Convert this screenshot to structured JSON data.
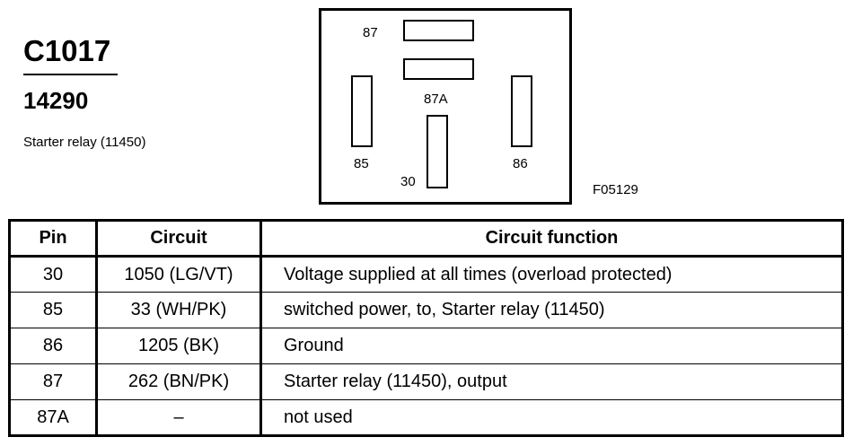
{
  "connector": {
    "id": "C1017",
    "part_number": "14290",
    "component": "Starter relay (11450)"
  },
  "figure_code": "F05129",
  "diagram": {
    "pins": [
      {
        "label": "87"
      },
      {
        "label": "87A"
      },
      {
        "label": "85"
      },
      {
        "label": "86"
      },
      {
        "label": "30"
      }
    ]
  },
  "table": {
    "headers": [
      "Pin",
      "Circuit",
      "Circuit function"
    ],
    "rows": [
      {
        "pin": "30",
        "circuit": "1050 (LG/VT)",
        "function": "Voltage supplied at all times (overload protected)"
      },
      {
        "pin": "85",
        "circuit": "33 (WH/PK)",
        "function": "switched power, to, Starter relay (11450)"
      },
      {
        "pin": "86",
        "circuit": "1205 (BK)",
        "function": "Ground"
      },
      {
        "pin": "87",
        "circuit": "262 (BN/PK)",
        "function": "Starter relay (11450), output"
      },
      {
        "pin": "87A",
        "circuit": "–",
        "function": "not used"
      }
    ]
  }
}
